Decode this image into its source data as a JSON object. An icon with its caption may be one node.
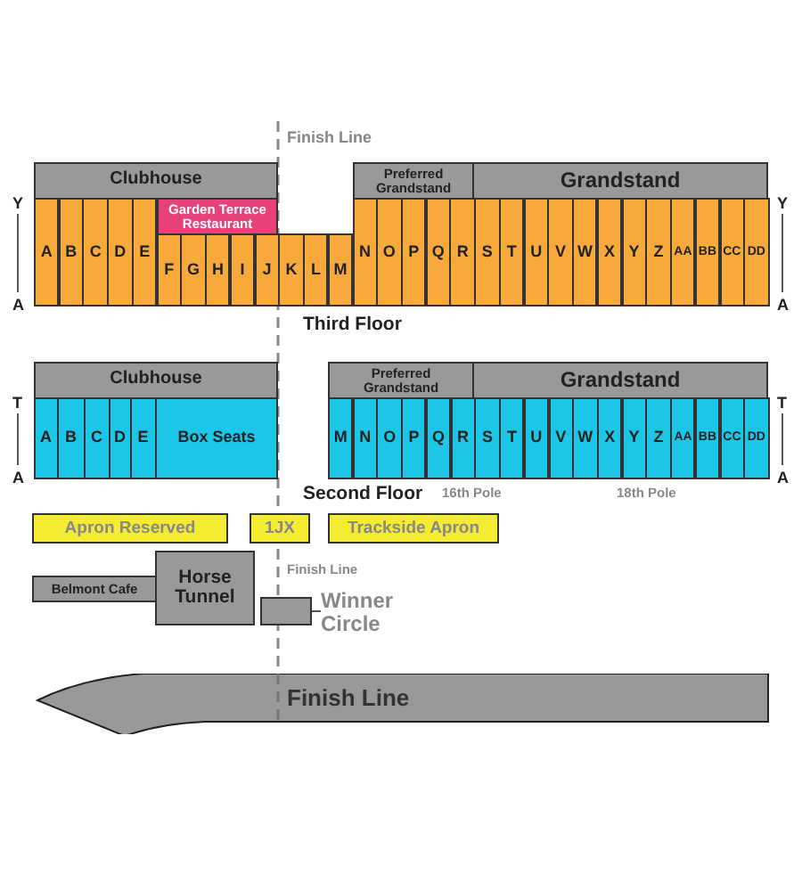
{
  "diagram": {
    "nodes": [
      {
        "text": [
          "Clubhouse"
        ]
      },
      {
        "text": [
          "Preferred Grandstand"
        ]
      },
      {
        "text": [
          "Grandstand"
        ]
      },
      {
        "text": [
          "Garden Terrace Restaurant"
        ]
      },
      {
        "text": [
          "A"
        ]
      },
      {
        "text": [
          "B"
        ]
      },
      {
        "text": [
          "C"
        ]
      },
      {
        "text": [
          "D"
        ]
      },
      {
        "text": [
          "E"
        ]
      },
      {
        "text": [
          "F"
        ]
      },
      {
        "text": [
          "G"
        ]
      },
      {
        "text": [
          "H"
        ]
      },
      {
        "text": [
          "I"
        ]
      },
      {
        "text": [
          "J"
        ]
      },
      {
        "text": [
          "K"
        ]
      },
      {
        "text": [
          "L"
        ]
      },
      {
        "text": [
          "M"
        ]
      },
      {
        "text": [
          "N"
        ]
      },
      {
        "text": [
          "O"
        ]
      },
      {
        "text": [
          "P"
        ]
      },
      {
        "text": [
          "Q"
        ]
      },
      {
        "text": [
          "R"
        ]
      },
      {
        "text": [
          "S"
        ]
      },
      {
        "text": [
          "T"
        ]
      },
      {
        "text": [
          "U"
        ]
      },
      {
        "text": [
          "V"
        ]
      },
      {
        "text": [
          "W"
        ]
      },
      {
        "text": [
          "X"
        ]
      },
      {
        "text": [
          "Y"
        ]
      },
      {
        "text": [
          "Z"
        ]
      },
      {
        "text": [
          "AA"
        ]
      },
      {
        "text": [
          "BB"
        ]
      },
      {
        "text": [
          "CC"
        ]
      },
      {
        "text": [
          "DD"
        ]
      },
      {
        "text": [
          "Clubhouse"
        ]
      },
      {
        "text": [
          "Preferred Grandstand"
        ]
      },
      {
        "text": [
          "Grandstand"
        ]
      },
      {
        "text": [
          "A"
        ]
      },
      {
        "text": [
          "B"
        ]
      },
      {
        "text": [
          "C"
        ]
      },
      {
        "text": [
          "D"
        ]
      },
      {
        "text": [
          "E"
        ]
      },
      {
        "text": [
          "Box Seats"
        ]
      },
      {
        "text": [
          "M"
        ]
      },
      {
        "text": [
          "N"
        ]
      },
      {
        "text": [
          "O"
        ]
      },
      {
        "text": [
          "P"
        ]
      },
      {
        "text": [
          "Q"
        ]
      },
      {
        "text": [
          "R"
        ]
      },
      {
        "text": [
          "S"
        ]
      },
      {
        "text": [
          "T"
        ]
      },
      {
        "text": [
          "U"
        ]
      },
      {
        "text": [
          "V"
        ]
      },
      {
        "text": [
          "W"
        ]
      },
      {
        "text": [
          "X"
        ]
      },
      {
        "text": [
          "Y"
        ]
      },
      {
        "text": [
          "Z"
        ]
      },
      {
        "text": [
          "AA"
        ]
      },
      {
        "text": [
          "BB"
        ]
      },
      {
        "text": [
          "CC"
        ]
      },
      {
        "text": [
          "DD"
        ]
      },
      {
        "text": [
          "Apron Reserved"
        ]
      },
      {
        "text": [
          "1JX"
        ]
      },
      {
        "text": [
          "Trackside Apron"
        ]
      },
      {
        "text": [
          "Belmont Cafe"
        ]
      },
      {
        "text": [
          "Horse Tunnel"
        ]
      },
      {
        "text": [
          "Winner Circle"
        ]
      },
      {
        "text": [],
        "shape": "box"
      },
      {
        "text": [
          "Finish Line"
        ]
      }
    ],
    "edges": [
      {
        "from": 66,
        "to": 67,
        "arrow": "none"
      }
    ],
    "labels": [
      "Finish Line",
      "Y",
      "A",
      "Y",
      "A",
      "Third Floor",
      "T",
      "A",
      "T",
      "A",
      "Second Floor",
      "16th Pole",
      "18th Pole",
      "Finish Line"
    ]
  }
}
